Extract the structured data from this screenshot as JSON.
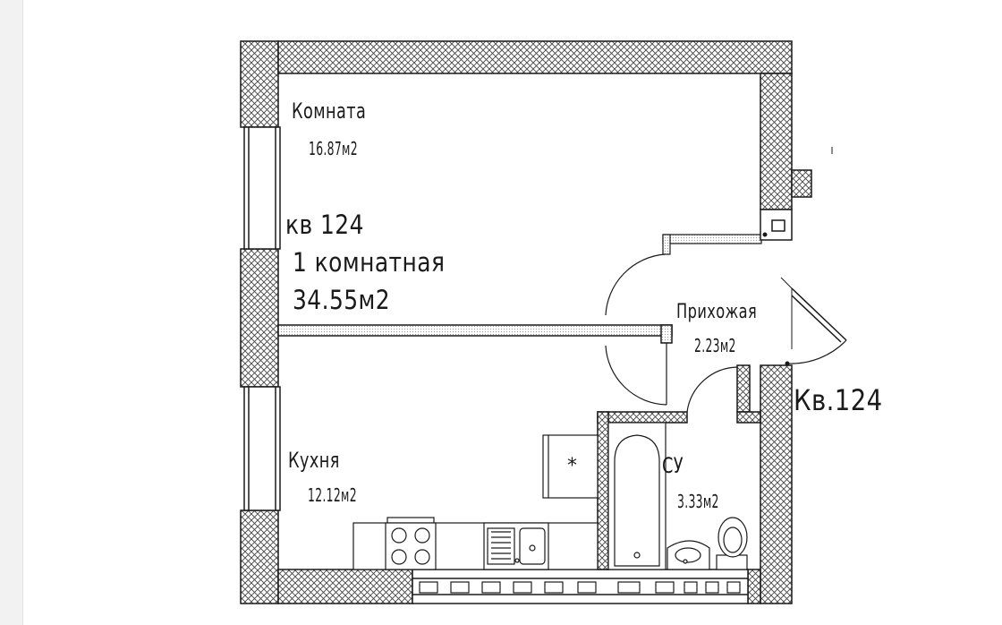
{
  "apartment": {
    "number_label": "кв 124",
    "type_label": "1 комнатная",
    "total_area": "34.55м2",
    "entrance_label": "Кв.124"
  },
  "rooms": [
    {
      "id": "room",
      "name": "Комната",
      "area": "16.87м2"
    },
    {
      "id": "hall",
      "name": "Прихожая",
      "area": "2.23м2"
    },
    {
      "id": "kitchen",
      "name": "Кухня",
      "area": "12.12м2"
    },
    {
      "id": "bath",
      "name": "СУ",
      "area": "3.33м2"
    }
  ],
  "fixtures": {
    "fridge_symbol": "*"
  },
  "colors": {
    "line": "#1a1a1a",
    "hatch": "#333333",
    "background": "#ffffff"
  }
}
